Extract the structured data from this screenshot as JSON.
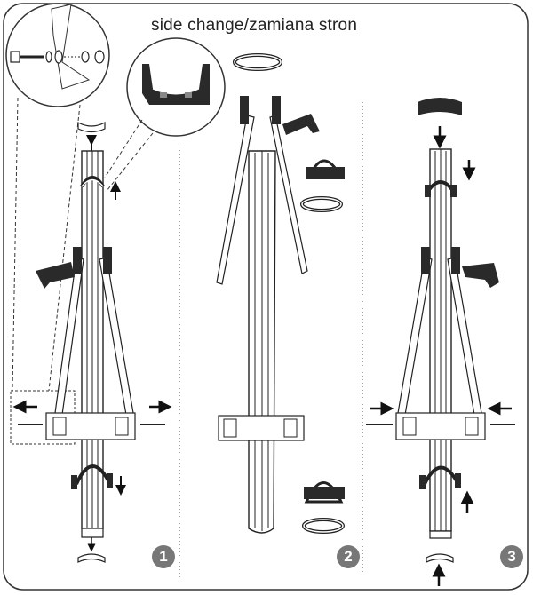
{
  "title": "side change/zamiana stron",
  "steps": [
    {
      "number": "1"
    },
    {
      "number": "2"
    },
    {
      "number": "3"
    }
  ],
  "colors": {
    "line": "#222222",
    "badge": "#777777",
    "dark_part": "#2a2a2a"
  }
}
